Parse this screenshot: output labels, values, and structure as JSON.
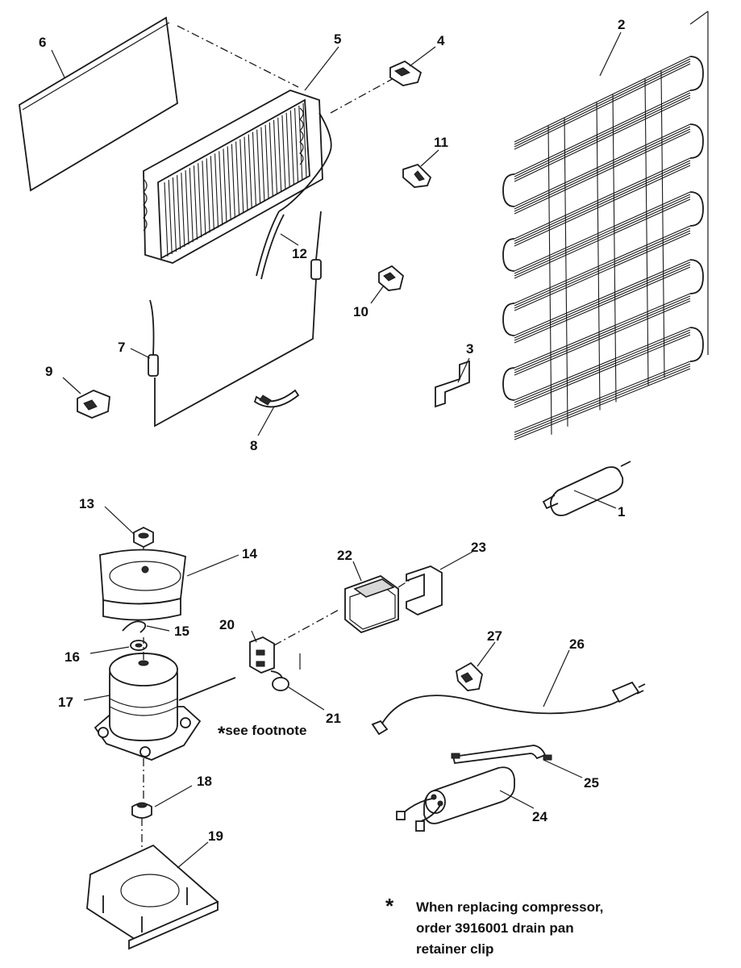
{
  "callouts": {
    "c1": "1",
    "c2": "2",
    "c3": "3",
    "c4": "4",
    "c5": "5",
    "c6": "6",
    "c7": "7",
    "c8": "8",
    "c9": "9",
    "c10": "10",
    "c11": "11",
    "c12": "12",
    "c13": "13",
    "c14": "14",
    "c15": "15",
    "c16": "16",
    "c17": "17",
    "c18": "18",
    "c19": "19",
    "c20": "20",
    "c21": "21",
    "c22": "22",
    "c23": "23",
    "c24": "24",
    "c25": "25",
    "c26": "26",
    "c27": "27"
  },
  "see_note": {
    "star": "*",
    "text": "see footnote"
  },
  "footnote": {
    "star": "*",
    "line1": "When replacing compressor,",
    "line2": "order 3916001 drain pan",
    "line3": "retainer clip"
  }
}
